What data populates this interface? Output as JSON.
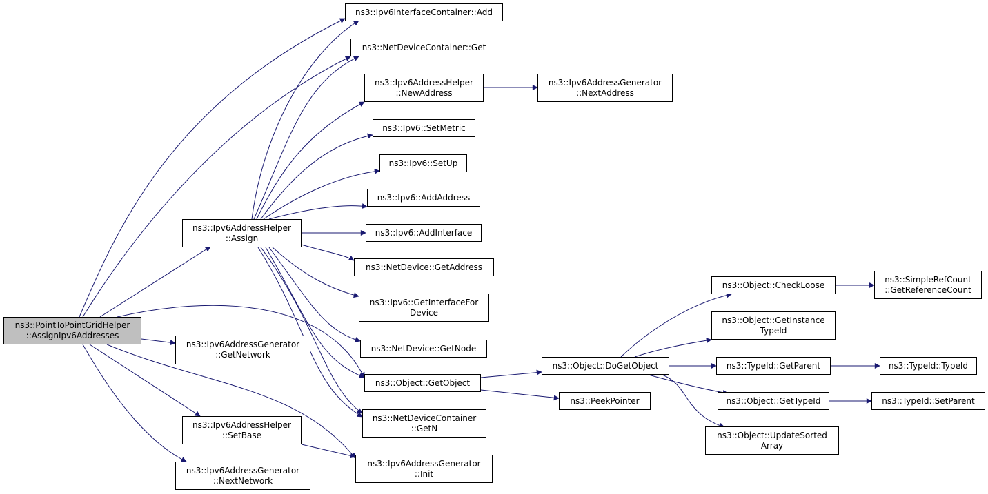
{
  "colors": {
    "edge": "#191970",
    "node_border": "#000000",
    "node_fill": "#ffffff",
    "root_fill": "#bfbfbf"
  },
  "nodes": {
    "root": [
      "ns3::PointToPointGridHelper",
      "::AssignIpv6Addresses"
    ],
    "ipv6ic_add": [
      "ns3::Ipv6InterfaceContainer::Add"
    ],
    "ndc_get": [
      "ns3::NetDeviceContainer::Get"
    ],
    "newaddress": [
      "ns3::Ipv6AddressHelper",
      "::NewAddress"
    ],
    "nextaddress": [
      "ns3::Ipv6AddressGenerator",
      "::NextAddress"
    ],
    "setmetric": [
      "ns3::Ipv6::SetMetric"
    ],
    "setup": [
      "ns3::Ipv6::SetUp"
    ],
    "addaddress": [
      "ns3::Ipv6::AddAddress"
    ],
    "addinterface": [
      "ns3::Ipv6::AddInterface"
    ],
    "assign": [
      "ns3::Ipv6AddressHelper",
      "::Assign"
    ],
    "nd_getaddress": [
      "ns3::NetDevice::GetAddress"
    ],
    "getinterfacefor": [
      "ns3::Ipv6::GetInterfaceFor",
      "Device"
    ],
    "nd_getnode": [
      "ns3::NetDevice::GetNode"
    ],
    "getobject": [
      "ns3::Object::GetObject"
    ],
    "ndc_getn": [
      "ns3::NetDeviceContainer",
      "::GetN"
    ],
    "init": [
      "ns3::Ipv6AddressGenerator",
      "::Init"
    ],
    "getnetwork": [
      "ns3::Ipv6AddressGenerator",
      "::GetNetwork"
    ],
    "setbase": [
      "ns3::Ipv6AddressHelper",
      "::SetBase"
    ],
    "nextnetwork": [
      "ns3::Ipv6AddressGenerator",
      "::NextNetwork"
    ],
    "dogetobject": [
      "ns3::Object::DoGetObject"
    ],
    "peekpointer": [
      "ns3::PeekPointer"
    ],
    "checkloose": [
      "ns3::Object::CheckLoose"
    ],
    "getrefcount": [
      "ns3::SimpleRefCount",
      "::GetReferenceCount"
    ],
    "getinstancetypeid": [
      "ns3::Object::GetInstance",
      "TypeId"
    ],
    "getparent": [
      "ns3::TypeId::GetParent"
    ],
    "typeid": [
      "ns3::TypeId::TypeId"
    ],
    "gettypeid": [
      "ns3::Object::GetTypeId"
    ],
    "setparent": [
      "ns3::TypeId::SetParent"
    ],
    "updatesorted": [
      "ns3::Object::UpdateSorted",
      "Array"
    ]
  }
}
